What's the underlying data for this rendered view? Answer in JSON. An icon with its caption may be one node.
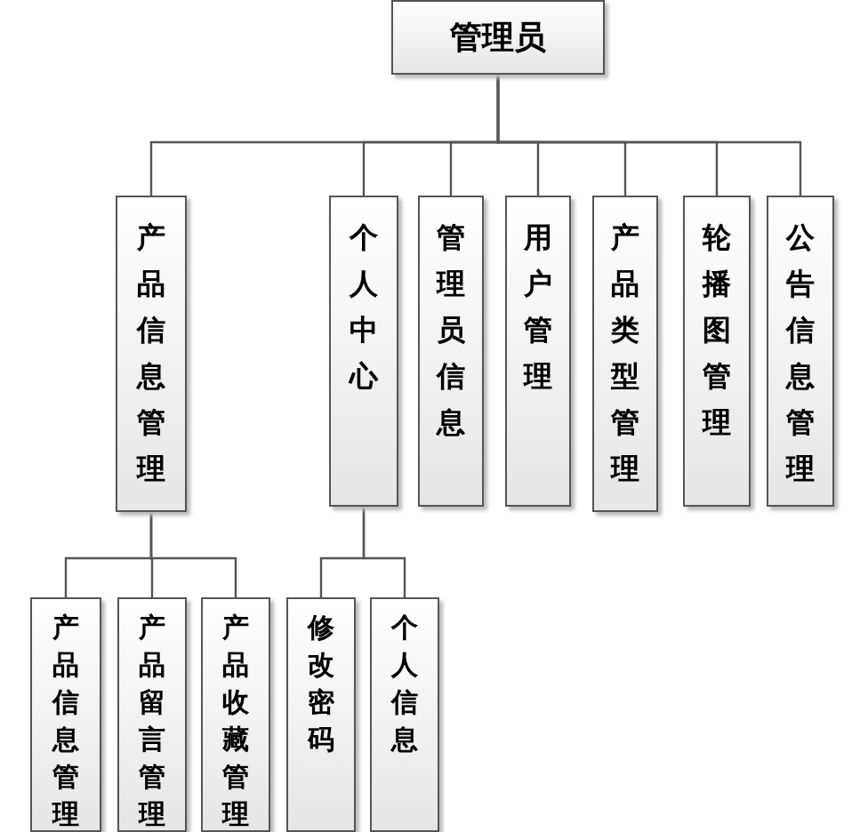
{
  "diagram": {
    "nodes": [
      {
        "text": [
          "管理员"
        ]
      },
      {
        "text": [
          "产品信息管理"
        ]
      },
      {
        "text": [
          "个人中心"
        ]
      },
      {
        "text": [
          "管理员信息"
        ]
      },
      {
        "text": [
          "用户管理"
        ]
      },
      {
        "text": [
          "产品类型管理"
        ]
      },
      {
        "text": [
          "轮播图管理"
        ]
      },
      {
        "text": [
          "公告信息管理"
        ]
      },
      {
        "text": [
          "产品信息管理"
        ]
      },
      {
        "text": [
          "产品留言管理"
        ]
      },
      {
        "text": [
          "产品收藏管理"
        ]
      },
      {
        "text": [
          "修改密码"
        ]
      },
      {
        "text": [
          "个人信息"
        ]
      }
    ],
    "edges": [
      {
        "from": 0,
        "to": 1,
        "arrow": "none"
      },
      {
        "from": 0,
        "to": 2,
        "arrow": "none"
      },
      {
        "from": 0,
        "to": 3,
        "arrow": "none"
      },
      {
        "from": 0,
        "to": 4,
        "arrow": "none"
      },
      {
        "from": 0,
        "to": 5,
        "arrow": "none"
      },
      {
        "from": 0,
        "to": 6,
        "arrow": "none"
      },
      {
        "from": 0,
        "to": 7,
        "arrow": "none"
      },
      {
        "from": 1,
        "to": 8,
        "arrow": "none"
      },
      {
        "from": 1,
        "to": 9,
        "arrow": "none"
      },
      {
        "from": 1,
        "to": 10,
        "arrow": "none"
      },
      {
        "from": 2,
        "to": 11,
        "arrow": "none"
      },
      {
        "from": 2,
        "to": 12,
        "arrow": "none"
      }
    ]
  }
}
